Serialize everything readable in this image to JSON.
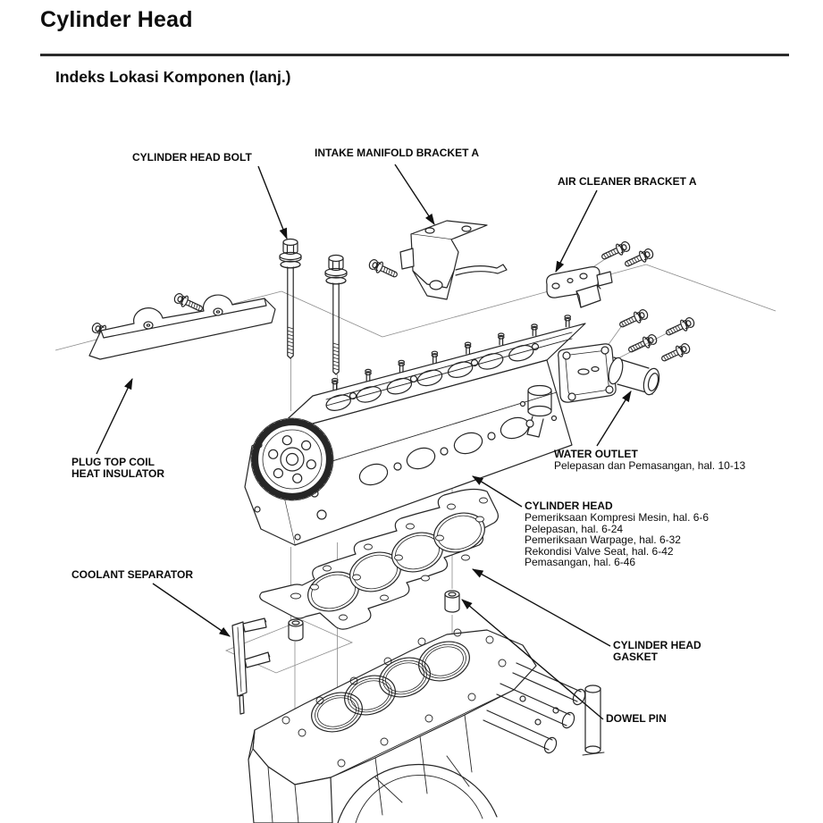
{
  "page": {
    "title": "Cylinder Head",
    "subtitle": "Indeks Lokasi Komponen (lanj.)"
  },
  "labels": {
    "cylinder_head_bolt": {
      "title": "CYLINDER HEAD BOLT"
    },
    "intake_manifold_bracket_a": {
      "title": "INTAKE MANIFOLD BRACKET A"
    },
    "air_cleaner_bracket_a": {
      "title": "AIR CLEANER BRACKET A"
    },
    "plug_top_coil_heat_insulator": {
      "line1": "PLUG TOP COIL",
      "line2": "HEAT INSULATOR"
    },
    "water_outlet": {
      "title": "WATER OUTLET",
      "refs": [
        "Pelepasan dan Pemasangan, hal. 10-13"
      ]
    },
    "cylinder_head": {
      "title": "CYLINDER HEAD",
      "refs": [
        "Pemeriksaan Kompresi Mesin, hal. 6-6",
        "Pelepasan, hal. 6-24",
        "Pemeriksaan Warpage, hal. 6-32",
        "Rekondisi Valve Seat, hal. 6-42",
        "Pemasangan, hal. 6-46"
      ]
    },
    "coolant_separator": {
      "title": "COOLANT SEPARATOR"
    },
    "cylinder_head_gasket": {
      "line1": "CYLINDER HEAD",
      "line2": "GASKET"
    },
    "dowel_pin": {
      "title": "DOWEL PIN"
    }
  },
  "colors": {
    "background": "#ffffff",
    "text": "#0b0b0b",
    "line_art": "#262626",
    "guide_line": "#8c8c8c",
    "rule": "#2b2b2b"
  }
}
